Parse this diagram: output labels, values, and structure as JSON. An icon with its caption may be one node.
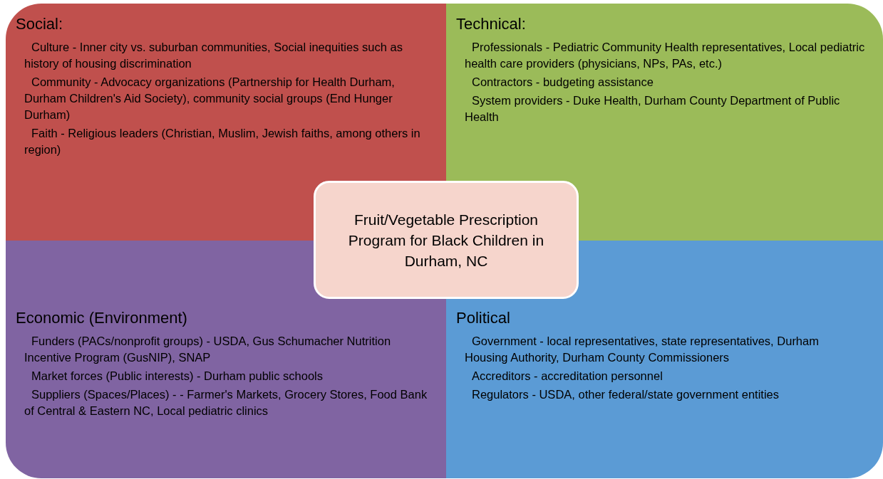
{
  "diagram": {
    "nodes": [
      {
        "text": [
          "Social:",
          "Culture - Inner city vs. suburban communities, Social inequities such as history of housing discrimination",
          "Community - Advocacy organizations (Partnership for Health Durham, Durham Children's Aid Society), community social groups (End Hunger Durham)",
          "Faith - Religious leaders (Christian, Muslim, Jewish faiths, among others in region)"
        ]
      },
      {
        "text": [
          "Technical:",
          "Professionals - Pediatric Community Health representatives, Local pediatric health care providers (physicians, NPs, PAs, etc.)",
          "Contractors - budgeting assistance",
          "System providers - Duke Health, Durham County Department of Public Health"
        ]
      },
      {
        "text": [
          "Fruit/Vegetable Prescription Program for Black Children in Durham, NC"
        ]
      },
      {
        "text": [
          "Economic (Environment)",
          "Funders (PACs/nonprofit groups) - USDA, Gus Schumacher Nutrition Incentive Program (GusNIP), SNAP",
          "Market forces (Public interests) - Durham public schools",
          "Suppliers (Spaces/Places) - - Farmer's Markets, Grocery Stores, Food Bank of Central & Eastern NC, Local pediatric clinics"
        ]
      },
      {
        "text": [
          "Political",
          "Government - local representatives, state representatives, Durham Housing Authority, Durham County Commissioners",
          "Accreditors - accreditation personnel",
          "Regulators - USDA, other federal/state government entities"
        ]
      }
    ]
  }
}
